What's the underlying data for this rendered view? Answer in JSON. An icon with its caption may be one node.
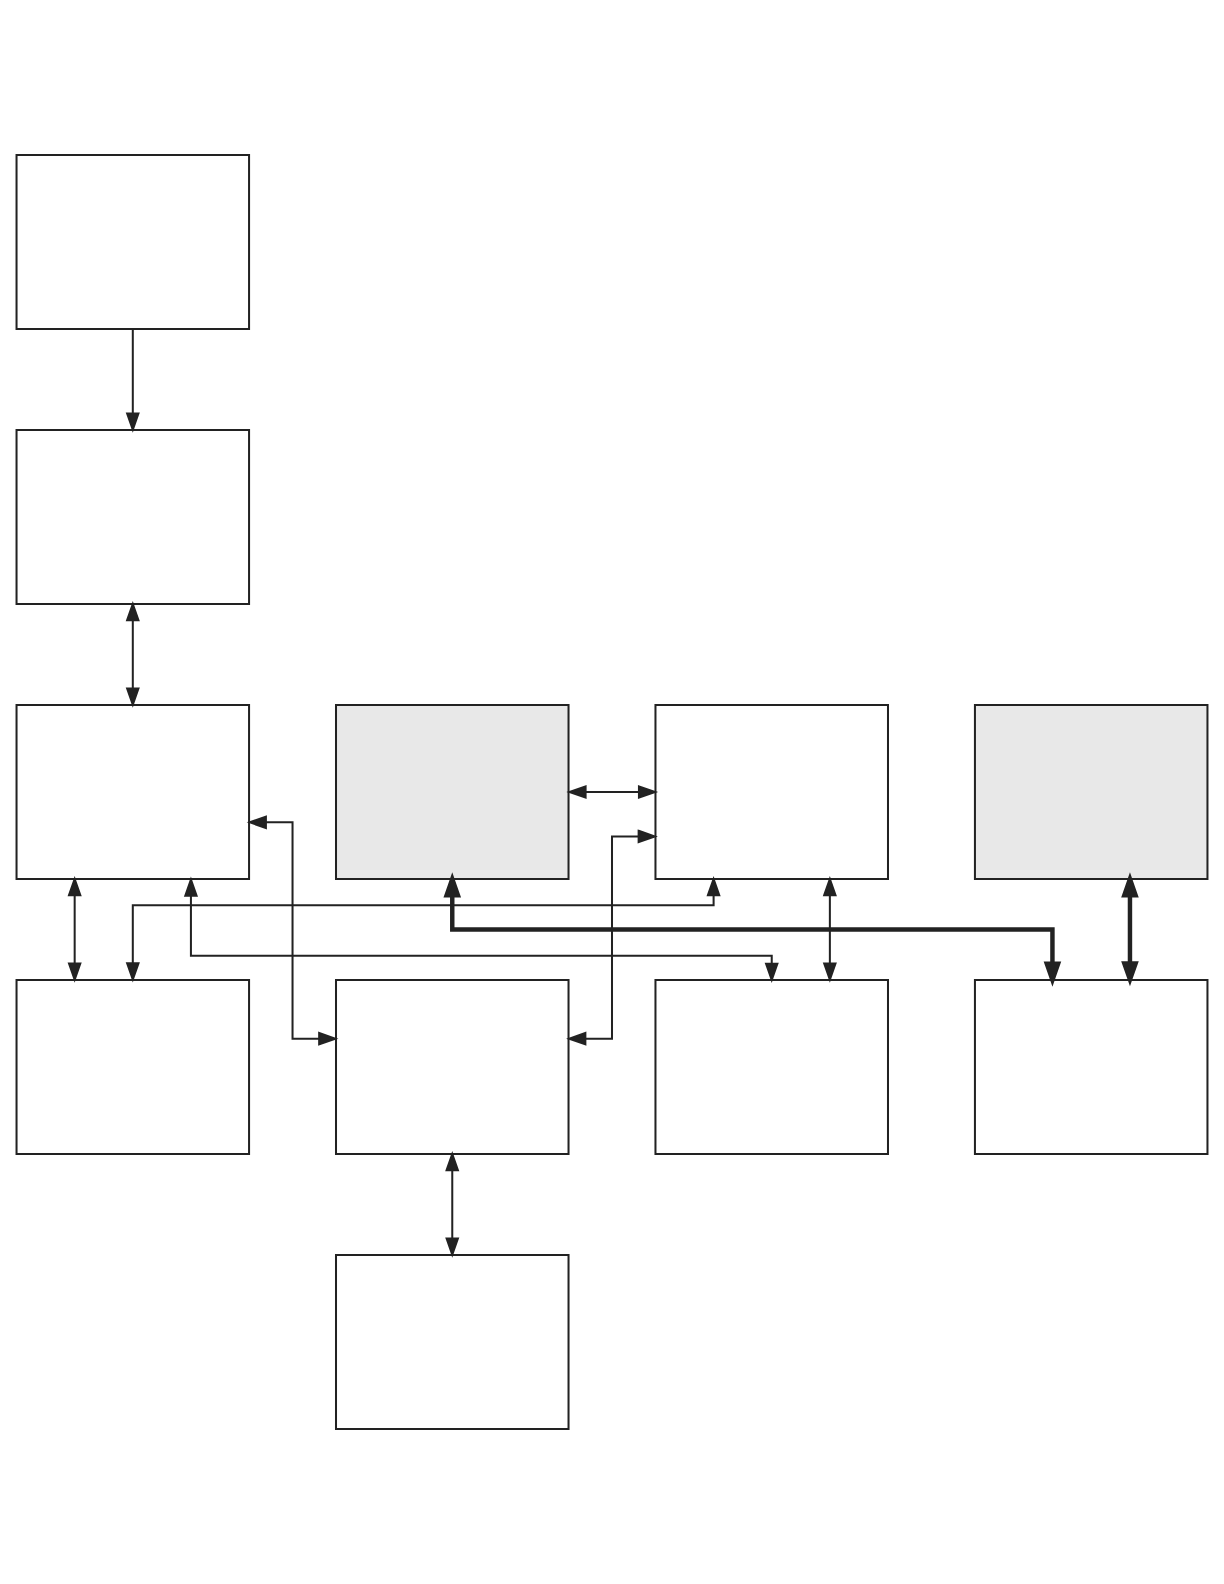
{
  "diagram": {
    "nodes": [
      {
        "text": [],
        "shape": "box"
      },
      {
        "text": [],
        "shape": "box"
      },
      {
        "text": [],
        "shape": "box"
      },
      {
        "text": [],
        "shape": "box"
      },
      {
        "text": [],
        "shape": "box"
      },
      {
        "text": [],
        "shape": "box"
      },
      {
        "text": [],
        "shape": "box"
      },
      {
        "text": [],
        "shape": "box"
      },
      {
        "text": [],
        "shape": "box"
      },
      {
        "text": [],
        "shape": "box"
      },
      {
        "text": [],
        "shape": "box"
      }
    ],
    "edges": [
      {
        "from": 0,
        "to": 1,
        "arrow": "to"
      },
      {
        "from": 1,
        "to": 2,
        "arrow": "both"
      },
      {
        "from": 3,
        "to": 4,
        "arrow": "both"
      },
      {
        "from": 2,
        "to": 6,
        "arrow": "both"
      },
      {
        "from": 2,
        "to": 7,
        "arrow": "both"
      },
      {
        "from": 2,
        "to": 8,
        "arrow": "both"
      },
      {
        "from": 4,
        "to": 6,
        "arrow": "both"
      },
      {
        "from": 4,
        "to": 7,
        "arrow": "both"
      },
      {
        "from": 4,
        "to": 8,
        "arrow": "both"
      },
      {
        "from": 3,
        "to": 9,
        "arrow": "both",
        "style": "thick"
      },
      {
        "from": 5,
        "to": 9,
        "arrow": "both",
        "style": "thick"
      },
      {
        "from": 7,
        "to": 10,
        "arrow": "both"
      }
    ]
  }
}
